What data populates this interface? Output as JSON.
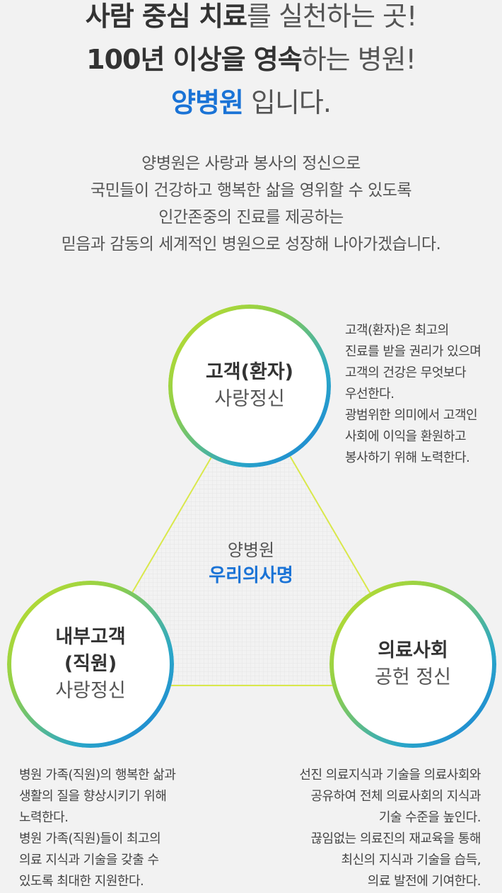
{
  "headline": {
    "line1_bold": "사람 중심 치료",
    "line1_light": "를 실천하는 곳!",
    "line2_bold": "100년 이상을 영속",
    "line2_light": "하는 병원!",
    "line3_brand": "양병원",
    "line3_light": " 입니다."
  },
  "intro": [
    "양병원은 사랑과 봉사의 정신으로",
    "국민들이 건강하고 행복한 삶을 영위할 수 있도록",
    "인간존중의 진료를 제공하는",
    "믿음과 감동의 세계적인 병원으로 성장해 나아가겠습니다."
  ],
  "center": {
    "top": "양병원",
    "main": "우리의사명"
  },
  "circles": {
    "top": {
      "title": "고객(환자)",
      "subtitle": "사랑정신"
    },
    "left": {
      "title1": "내부고객",
      "title2": "(직원)",
      "subtitle": "사랑정신"
    },
    "right": {
      "title": "의료사회",
      "subtitle": "공헌 정신"
    }
  },
  "descriptions": {
    "top": [
      "고객(환자)은 최고의",
      "진료를 받을 권리가 있으며",
      "고객의 건강은 무엇보다",
      "우선한다.",
      "광범위한 의미에서 고객인",
      "사회에 이익을 환원하고",
      "봉사하기 위해 노력한다."
    ],
    "left": [
      "병원 가족(직원)의 행복한 삶과",
      "생활의 질을 향상시키기 위해",
      "노력한다.",
      "병원 가족(직원)들이 최고의",
      "의료 지식과 기술을 갖출 수",
      "있도록 최대한 지원한다."
    ],
    "right": [
      "선진 의료지식과 기술을 의료사회와",
      "공유하여 전체 의료사회의 지식과",
      "기술 수준을 높인다.",
      "끊임없는 의료진의 재교육을 통해",
      "최신의 지식과 기술을 습득,",
      "의료 발전에 기여한다."
    ]
  },
  "colors": {
    "brand_blue": "#1a73d6",
    "triangle_line": "#d9e84a",
    "ring_start": "#c6e02a",
    "ring_end": "#1a7bd8"
  }
}
